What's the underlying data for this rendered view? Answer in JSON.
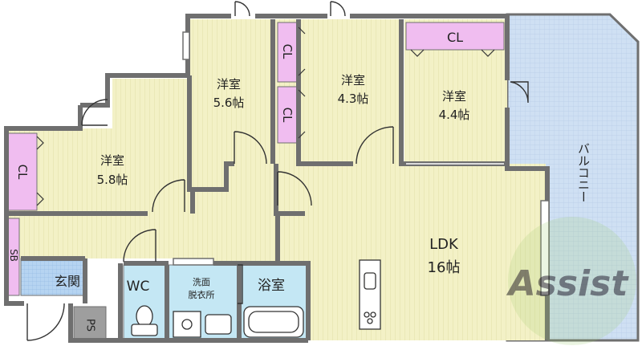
{
  "rooms": {
    "western_1": {
      "name": "洋室",
      "size": "5.6帖"
    },
    "western_2": {
      "name": "洋室",
      "size": "4.3帖"
    },
    "western_3": {
      "name": "洋室",
      "size": "4.4帖"
    },
    "western_4": {
      "name": "洋室",
      "size": "5.8帖"
    },
    "ldk": {
      "name": "LDK",
      "size": "16帖"
    },
    "entrance": {
      "name": "玄関"
    },
    "wc": {
      "name": "WC"
    },
    "washroom": {
      "line1": "洗面",
      "line2": "脱衣所"
    },
    "bath": {
      "name": "浴室"
    },
    "balcony": {
      "name": "バルコニー"
    }
  },
  "storage": {
    "cl": "CL",
    "sb": "SB",
    "ps": "PS"
  },
  "watermark": "Assist",
  "colors": {
    "floor": "#f3f1c6",
    "closet": "#f0bdf0",
    "wet": "#c4e7f4",
    "entrance": "#b6d4f1",
    "balcony": "#cfe0f3",
    "wall": "#6f6f6f",
    "ps": "#9e9e9e",
    "watermark": "#9acc6a"
  }
}
